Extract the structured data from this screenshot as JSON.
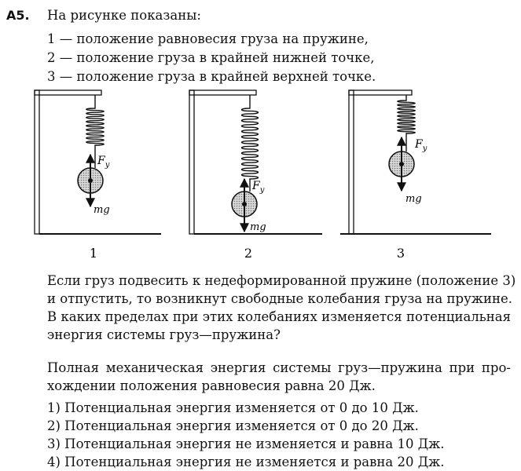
{
  "question": {
    "number": "А5.",
    "intro": "На рисунке показаны:",
    "positions": [
      "1 — положение равновесия груза на пружине,",
      "2 — положение груза в крайней нижней точке,",
      "3 — положение груза в крайней верхней точке."
    ]
  },
  "figure": {
    "captions": [
      "1",
      "2",
      "3"
    ],
    "force_spring": "F",
    "force_spring_sub": "у",
    "force_gravity": "mg"
  },
  "body": {
    "question_lines": [
      "Если груз подвесить к недеформированной пружине (положение 3)",
      "и отпустить, то возникнут свободные колебания груза на пружине.",
      "В каких пределах при этих колебаниях изменяется потенциальная",
      "энергия системы груз—пружина?"
    ],
    "given_lines": [
      "Полная механическая энергия системы груз—пружина при про-",
      "хождении положения равновесия равна 20 Дж."
    ]
  },
  "answers": [
    "1)  Потенциальная энергия изменяется от 0 до 10 Дж.",
    "2)  Потенциальная энергия изменяется от 0 до 20 Дж.",
    "3)  Потенциальная энергия не изменяется и равна 10 Дж.",
    "4)  Потенциальная энергия не изменяется и равна 20 Дж."
  ]
}
